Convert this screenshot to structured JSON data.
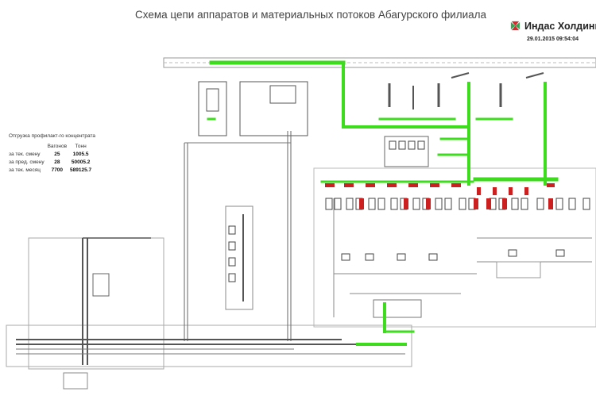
{
  "title": "Схема цепи аппаратов и материальных потоков Абагурского филиала",
  "brand": {
    "name": "Индас Холдинг",
    "logo_icon": "brand-logo-icon",
    "logo_colors": [
      "#d9262a",
      "#2fa84f"
    ]
  },
  "timestamp": "29.01.2015 09:54:04",
  "shipment": {
    "title": "Отгрузка профилакт-го концентрата",
    "columns": [
      "Вагонов",
      "Тонн"
    ],
    "rows": [
      {
        "label": "за тек. смену",
        "wagons": "25",
        "tons": "1005.5"
      },
      {
        "label": "за пред. смену",
        "wagons": "28",
        "tons": "50005.2"
      },
      {
        "label": "за тек. месяц",
        "wagons": "7700",
        "tons": "589125.7"
      }
    ]
  },
  "colors": {
    "flow_active": "#3ddc1d",
    "equipment_alarm": "#cc1f1f",
    "equipment_normal": "#555555",
    "pipe": "#777777"
  }
}
